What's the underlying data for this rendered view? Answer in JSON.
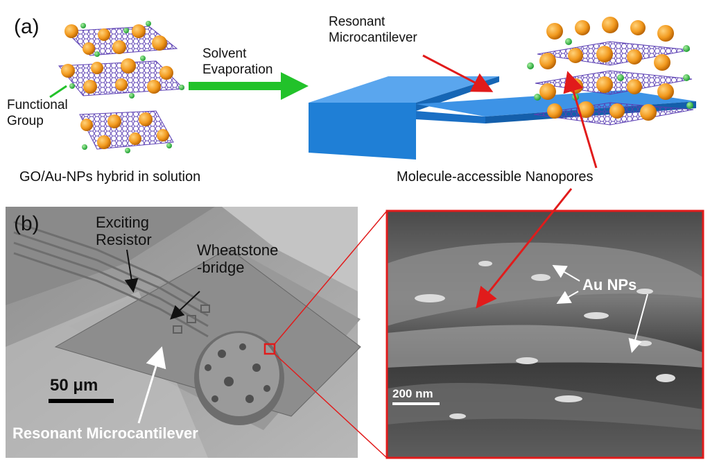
{
  "panel_a": {
    "letter": "(a)",
    "functional_group": [
      "Functional",
      "Group"
    ],
    "solvent": [
      "Solvent",
      "Evaporation"
    ],
    "hybrid": "GO/Au-NPs hybrid in solution",
    "cantilever": [
      "Resonant",
      "Microcantilever"
    ],
    "nanopores": "Molecule-accessible Nanopores"
  },
  "panel_b": {
    "letter": "(b)",
    "exciting": [
      "Exciting",
      "Resistor"
    ],
    "wheatstone": [
      "Wheatstone",
      "-bridge"
    ],
    "scalebar": "50 μm",
    "resonant": "Resonant Microcantilever",
    "au_nps": "Au NPs",
    "scale200": "200 nm"
  },
  "colors": {
    "cantilever_blue": "#1f7fd6",
    "nanoparticle_orange": "#f29a1f",
    "graphene_purple": "#5b3fb3",
    "functional_green": "#2fb84a",
    "callout_red": "#e11b1b",
    "arrow_green": "#22c22a"
  }
}
